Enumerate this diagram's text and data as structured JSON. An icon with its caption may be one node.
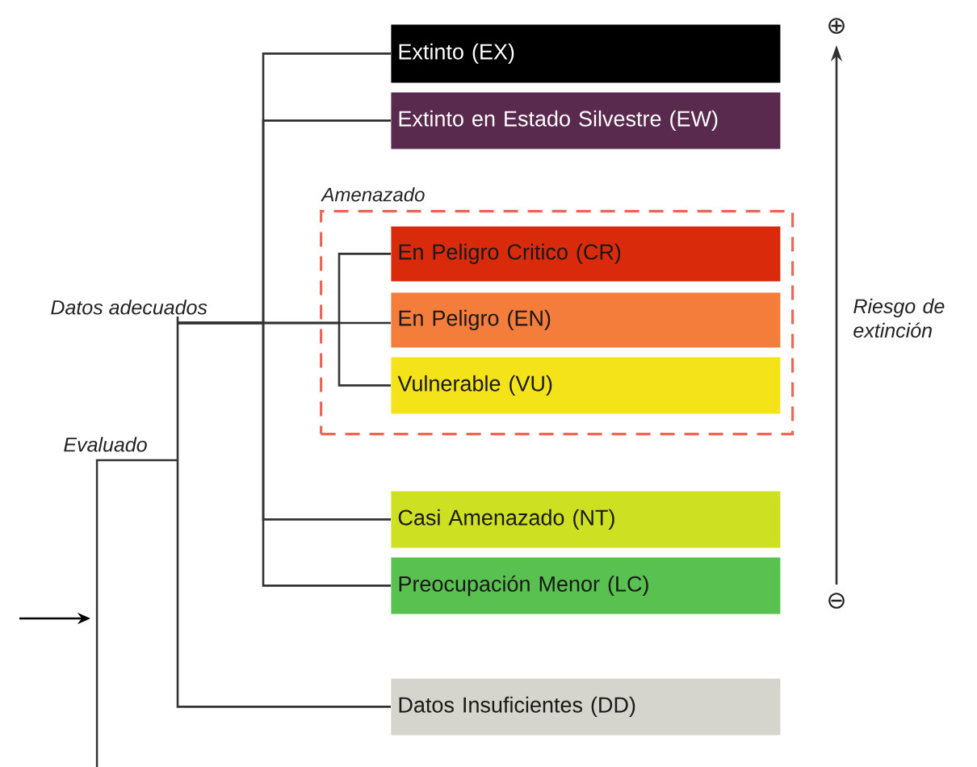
{
  "diagram": {
    "nodes": [
      {
        "text": [
          "Extinto (EX)"
        ]
      },
      {
        "text": [
          "Extinto en Estado Silvestre (EW)"
        ]
      },
      {
        "text": [
          "Amenazado"
        ]
      },
      {
        "text": [
          "En Peligro Critico (CR)"
        ],
        "in": 2
      },
      {
        "text": [
          "Datos adecuados"
        ]
      },
      {
        "text": [
          "En Peligro (EN)"
        ],
        "in": 2
      },
      {
        "text": [
          "Vulnerable (VU)"
        ],
        "in": 2
      },
      {
        "text": [
          "Evaluado"
        ]
      },
      {
        "text": [
          "Casi Amenazado (NT)"
        ]
      },
      {
        "text": [
          "Preocupación Menor (LC)"
        ]
      },
      {
        "text": [
          "Datos Insuficientes (DD)"
        ]
      }
    ],
    "edges": [
      {
        "from": 7,
        "to": 4,
        "arrow": "none"
      },
      {
        "from": 7,
        "to": 10,
        "arrow": "none"
      },
      {
        "from": 4,
        "to": 0,
        "arrow": "none"
      },
      {
        "from": 4,
        "to": 1,
        "arrow": "none"
      },
      {
        "from": 4,
        "to": 3,
        "arrow": "none"
      },
      {
        "from": 4,
        "to": 5,
        "arrow": "none"
      },
      {
        "from": 4,
        "to": 6,
        "arrow": "none"
      },
      {
        "from": 4,
        "to": 8,
        "arrow": "none"
      },
      {
        "from": 4,
        "to": 9,
        "arrow": "none"
      }
    ],
    "labels": [
      "⊕",
      "Riesgo de extinción",
      "⊖"
    ]
  }
}
